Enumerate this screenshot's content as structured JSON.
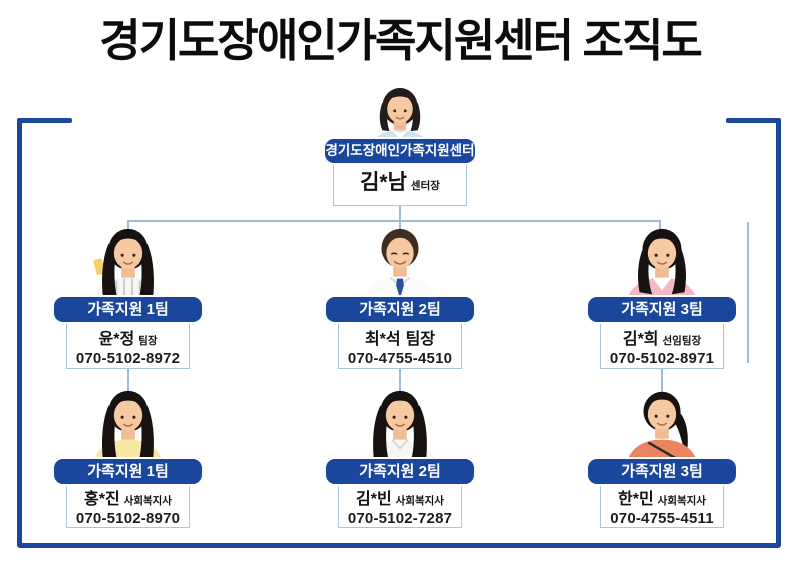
{
  "title": "경기도장애인가족지원센터 조직도",
  "colors": {
    "navy": "#1a479b",
    "connector": "#9fbbd9",
    "card_border": "#aac4de"
  },
  "director": {
    "badge": "경기도장애인가족지원센터",
    "name": "김*남",
    "role": "센터장"
  },
  "teams": [
    {
      "badge": "가족지원 1팀",
      "name": "윤*정",
      "role": "팀장",
      "phone": "070-5102-8972",
      "member": {
        "badge": "가족지원 1팀",
        "name": "홍*진",
        "role": "사회복지사",
        "phone": "070-5102-8970"
      }
    },
    {
      "badge": "가족지원 2팀",
      "name": "최*석",
      "role": "팀장",
      "phone": "070-4755-4510",
      "member": {
        "badge": "가족지원 2팀",
        "name": "김*빈",
        "role": "사회복지사",
        "phone": "070-5102-7287"
      }
    },
    {
      "badge": "가족지원 3팀",
      "name": "김*희",
      "role": "선임팀장",
      "phone": "070-5102-8971",
      "member": {
        "badge": "가족지원 3팀",
        "name": "한*민",
        "role": "사회복지사",
        "phone": "070-4755-4511"
      }
    }
  ]
}
